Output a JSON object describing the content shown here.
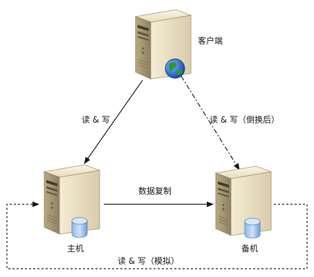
{
  "nodes": {
    "client": {
      "label": "客户端"
    },
    "primary": {
      "label": "主机"
    },
    "standby": {
      "label": "备机"
    }
  },
  "edges": {
    "client_to_primary": {
      "label": "读 & 写"
    },
    "client_to_standby": {
      "label": "读 & 写（倒换后）"
    },
    "replication": {
      "label": "数据复制"
    },
    "loop": {
      "label": "读 & 写（模拟）"
    }
  }
}
